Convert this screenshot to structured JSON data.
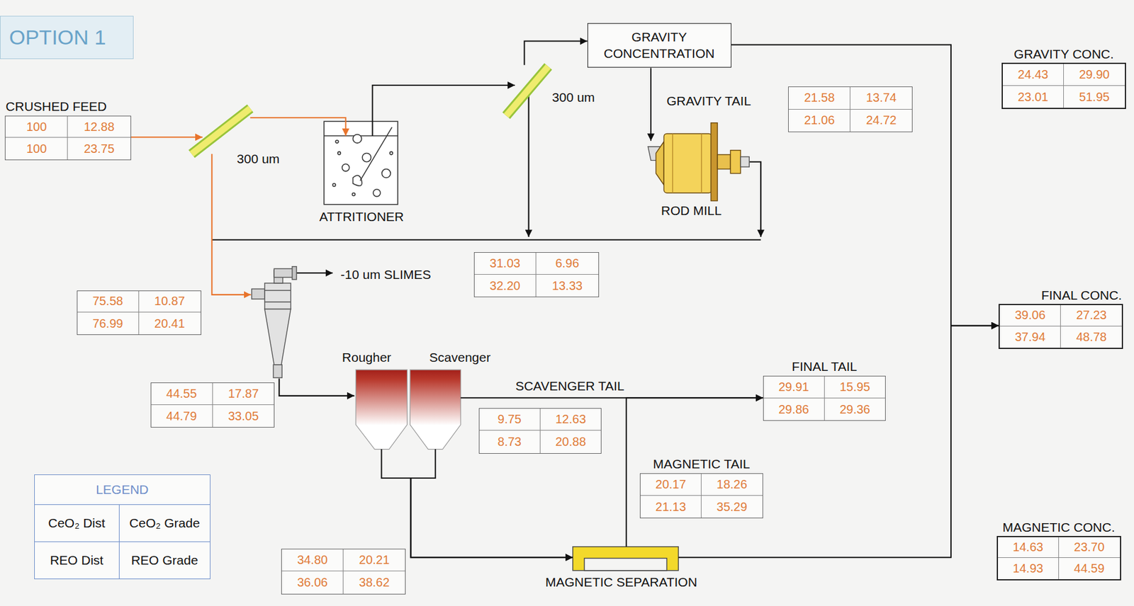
{
  "diagram": {
    "title": "OPTION 1",
    "nodes": [
      {
        "text": [
          "CRUSHED FEED",
          "100",
          "12.88",
          "100",
          "23.75"
        ]
      },
      {
        "text": [
          "300 um"
        ]
      },
      {
        "text": [
          "ATTRITIONER"
        ]
      },
      {
        "text": [
          "300 um"
        ]
      },
      {
        "text": [
          "GRAVITY CONCENTRATION"
        ]
      },
      {
        "text": [
          "21.58",
          "13.74",
          "21.06",
          "24.72"
        ]
      },
      {
        "text": [
          "ROD MILL"
        ]
      },
      {
        "text": [
          "GRAVITY CONC.",
          "24.43",
          "29.90",
          "23.01",
          "51.95"
        ]
      },
      {
        "text": [
          "75.58",
          "10.87",
          "76.99",
          "20.41"
        ]
      },
      {
        "text": [
          "-10 um SLIMES",
          "31.03",
          "6.96",
          "32.20",
          "13.33"
        ]
      },
      {
        "text": [
          "FINAL CONC.",
          "39.06",
          "27.23",
          "37.94",
          "48.78"
        ]
      },
      {
        "text": [
          "44.55",
          "17.87",
          "44.79",
          "33.05"
        ]
      },
      {
        "text": [
          "Rougher"
        ]
      },
      {
        "text": [
          "Scavenger"
        ]
      },
      {
        "text": [
          "FINAL TAIL",
          "29.91",
          "15.95",
          "29.86",
          "29.36"
        ]
      },
      {
        "text": [
          "9.75",
          "12.63",
          "8.73",
          "20.88"
        ]
      },
      {
        "text": [
          "MAGNETIC TAIL",
          "20.17",
          "18.26",
          "21.13",
          "35.29"
        ]
      },
      {
        "text": [
          "LEGEND",
          "CeO₂ Dist",
          "CeO₂ Grade",
          "REO Dist",
          "REO Grade"
        ]
      },
      {
        "text": [
          "34.80",
          "20.21",
          "36.06",
          "38.62"
        ]
      },
      {
        "text": [
          "MAGNETIC SEPARATION"
        ]
      },
      {
        "text": [
          "MAGNETIC CONC.",
          "14.63",
          "23.70",
          "14.93",
          "44.59"
        ]
      }
    ],
    "edges": [
      {
        "from": 0,
        "to": 1,
        "arrow": "to"
      },
      {
        "from": 1,
        "to": 2,
        "arrow": "to"
      },
      {
        "from": 2,
        "to": 3,
        "arrow": "to"
      },
      {
        "from": 3,
        "to": 4,
        "arrow": "to"
      },
      {
        "from": 4,
        "to": 6,
        "label": "GRAVITY TAIL",
        "arrow": "to"
      },
      {
        "from": 4,
        "to": 10,
        "arrow": "to"
      },
      {
        "from": 12,
        "to": 19,
        "arrow": "to"
      },
      {
        "from": 13,
        "to": 19,
        "arrow": "to"
      },
      {
        "from": 13,
        "to": 14,
        "label": "SCAVENGER TAIL",
        "arrow": "to"
      },
      {
        "from": 19,
        "to": 14,
        "arrow": "to"
      },
      {
        "from": 19,
        "to": 10,
        "arrow": "to"
      }
    ]
  }
}
